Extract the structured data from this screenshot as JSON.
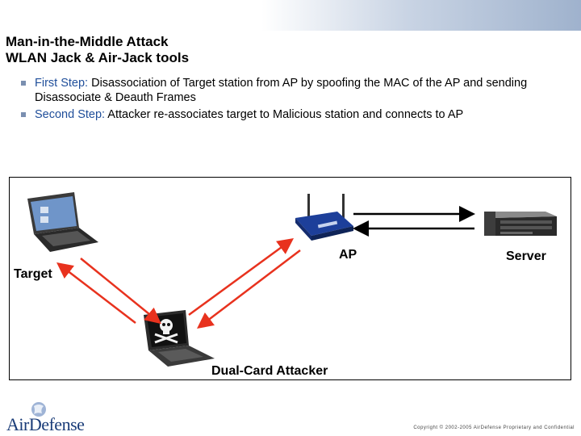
{
  "slide": {
    "title_line1": "Man-in-the-Middle Attack",
    "title_line2": "WLAN Jack & Air-Jack tools"
  },
  "bullets": [
    {
      "step": "First Step:",
      "text": " Disassociation of Target station from AP by spoofing the MAC of the AP and sending Disassociate & Deauth Frames"
    },
    {
      "step": "Second Step:",
      "text": " Attacker re-associates target to Malicious station and connects to AP"
    }
  ],
  "diagram": {
    "labels": {
      "target": "Target",
      "ap": "AP",
      "server": "Server",
      "attacker": "Dual-Card Attacker"
    },
    "arrow_colors": {
      "wireless": "#e8321e",
      "wired": "#000000"
    },
    "icons": [
      "laptop-icon",
      "wireless-router-icon",
      "rack-server-icon",
      "skull-laptop-icon"
    ]
  },
  "footer": {
    "logo_text": "AirDefense",
    "copyright": "Copyright © 2002-2005 AirDefense Proprietary and Confidential"
  }
}
